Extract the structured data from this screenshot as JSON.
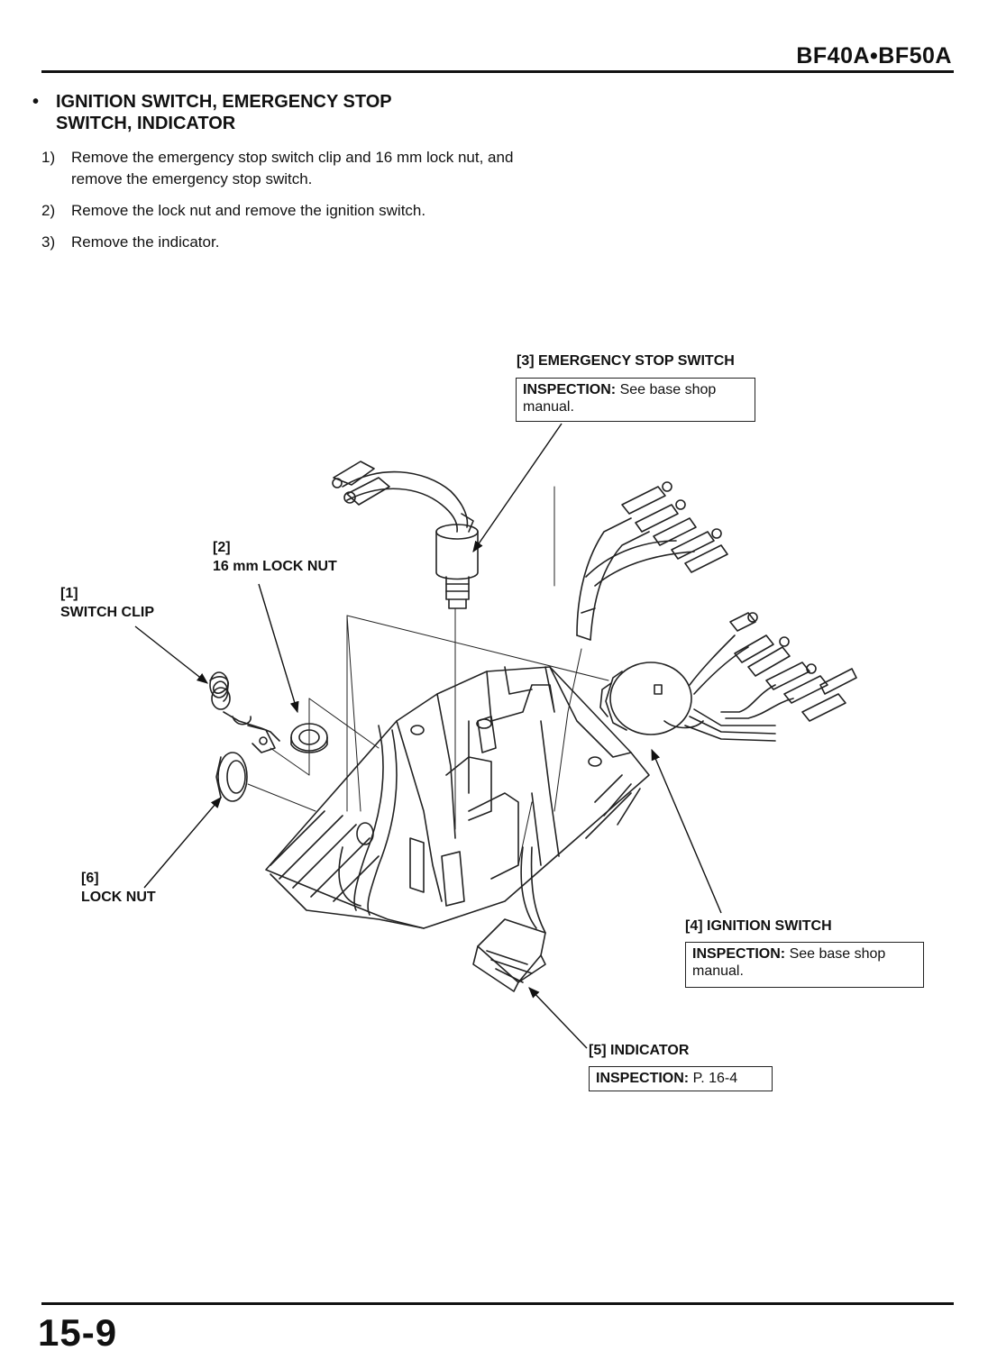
{
  "header": {
    "model": "BF40A•BF50A"
  },
  "section": {
    "bullet": "•",
    "title_line1": "IGNITION SWITCH, EMERGENCY STOP",
    "title_line2": "SWITCH, INDICATOR"
  },
  "steps": [
    {
      "num": "1)",
      "text": "Remove the emergency stop switch clip and 16 mm lock nut, and remove the emergency stop switch."
    },
    {
      "num": "2)",
      "text": "Remove the lock nut and remove the ignition switch."
    },
    {
      "num": "3)",
      "text": "Remove the indicator."
    }
  ],
  "callouts": {
    "c1": {
      "num": "[1]",
      "name": "SWITCH CLIP"
    },
    "c2": {
      "num": "[2]",
      "name": "16 mm LOCK NUT"
    },
    "c3": {
      "label": "[3] EMERGENCY STOP SWITCH",
      "inspection_label": "INSPECTION:",
      "inspection_text": "See base shop manual."
    },
    "c4": {
      "label": "[4] IGNITION SWITCH",
      "inspection_label": "INSPECTION:",
      "inspection_text": "See base shop manual."
    },
    "c5": {
      "label": "[5] INDICATOR",
      "inspection_label": "INSPECTION:",
      "inspection_text": "P. 16-4"
    },
    "c6": {
      "num": "[6]",
      "name": "LOCK NUT"
    }
  },
  "footer": {
    "page_number": "15-9"
  }
}
